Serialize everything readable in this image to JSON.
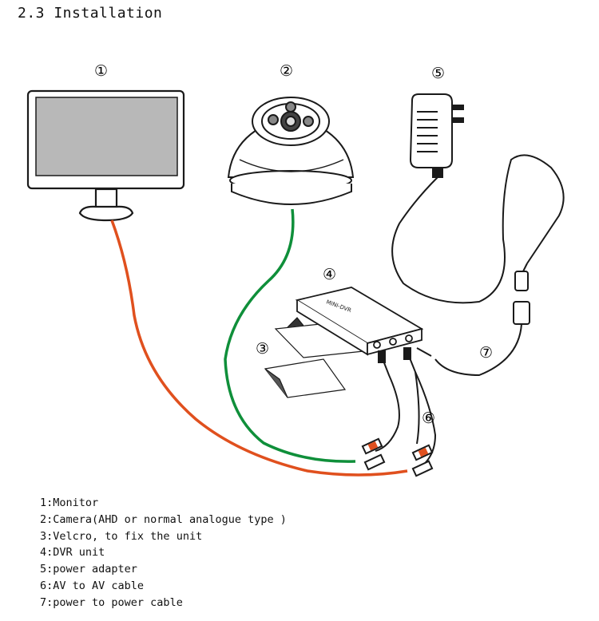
{
  "section": {
    "heading": "2.3 Installation"
  },
  "callouts": [
    {
      "symbol": "①",
      "ref": "1"
    },
    {
      "symbol": "②",
      "ref": "2"
    },
    {
      "symbol": "③",
      "ref": "3"
    },
    {
      "symbol": "④",
      "ref": "4"
    },
    {
      "symbol": "⑤",
      "ref": "5"
    },
    {
      "symbol": "⑥",
      "ref": "6"
    },
    {
      "symbol": "⑦",
      "ref": "7"
    }
  ],
  "components": [
    {
      "num": "1:",
      "label": "Monitor"
    },
    {
      "num": "2:",
      "label": "Camera(AHD or normal analogue type )"
    },
    {
      "num": "3:",
      "label": "Velcro, to fix the unit"
    },
    {
      "num": "4:",
      "label": "DVR unit"
    },
    {
      "num": "5:",
      "label": "power adapter"
    },
    {
      "num": "6:",
      "label": "AV to AV cable"
    },
    {
      "num": "7:",
      "label": "power to power cable"
    }
  ],
  "colors": {
    "monitor_cable": "#e0501e",
    "camera_cable": "#0f8f3a",
    "outline": "#1a1a1a",
    "screen": "#b8b8b8"
  },
  "dvr_label": "MINI-DVR"
}
